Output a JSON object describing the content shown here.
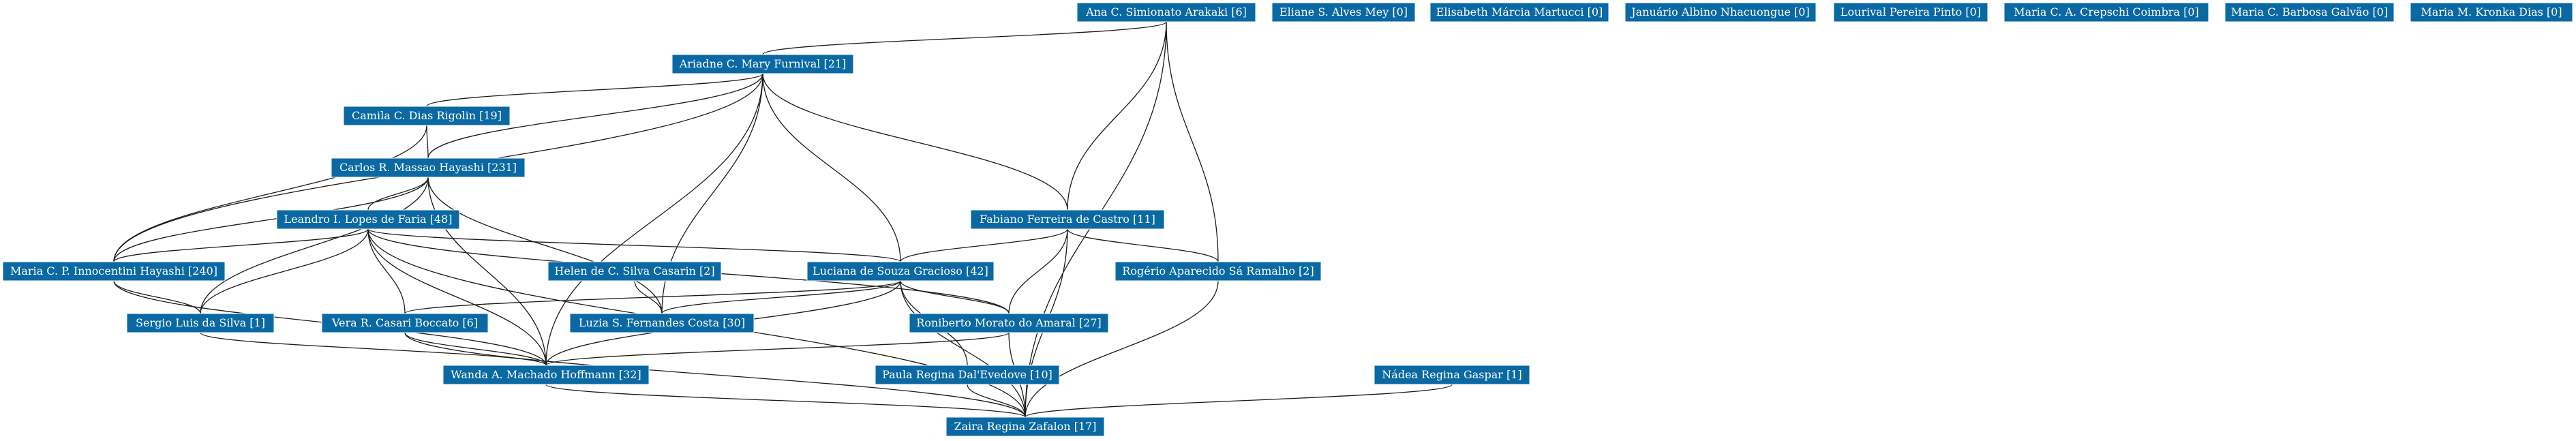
{
  "graph": {
    "nodes": [
      {
        "id": "ana",
        "label": "Ana C. Simionato Arakaki [6]"
      },
      {
        "id": "eliane",
        "label": "Eliane S. Alves Mey [0]"
      },
      {
        "id": "elisabeth",
        "label": "Elisabeth Márcia Martucci [0]"
      },
      {
        "id": "januario",
        "label": "Januário Albino Nhacuongue [0]"
      },
      {
        "id": "lourival",
        "label": "Lourival Pereira Pinto [0]"
      },
      {
        "id": "mariacrepschi",
        "label": "Maria C. A. Crepschi Coimbra [0]"
      },
      {
        "id": "mariagalvao",
        "label": "Maria C. Barbosa Galvão [0]"
      },
      {
        "id": "mariakronka",
        "label": "Maria M. Kronka Dias [0]"
      },
      {
        "id": "ariadne",
        "label": "Ariadne C. Mary Furnival [21]"
      },
      {
        "id": "camila",
        "label": "Camila C. Dias Rigolin [19]"
      },
      {
        "id": "carlos",
        "label": "Carlos R. Massao Hayashi [231]"
      },
      {
        "id": "leandro",
        "label": "Leandro I. Lopes de Faria [48]"
      },
      {
        "id": "fabiano",
        "label": "Fabiano Ferreira de Castro [11]"
      },
      {
        "id": "mariainnocentini",
        "label": "Maria C. P. Innocentini Hayashi [240]"
      },
      {
        "id": "helen",
        "label": "Helen de C. Silva Casarin [2]"
      },
      {
        "id": "luciana",
        "label": "Luciana de Souza Gracioso [42]"
      },
      {
        "id": "rogerio",
        "label": "Rogério Aparecido Sá Ramalho [2]"
      },
      {
        "id": "sergio",
        "label": "Sergio Luis da Silva [1]"
      },
      {
        "id": "vera",
        "label": "Vera R. Casari Boccato [6]"
      },
      {
        "id": "luzia",
        "label": "Luzia S. Fernandes Costa [30]"
      },
      {
        "id": "roniberto",
        "label": "Roniberto Morato do Amaral [27]"
      },
      {
        "id": "wanda",
        "label": "Wanda A. Machado Hoffmann [32]"
      },
      {
        "id": "paula",
        "label": "Paula Regina Dal'Evedove [10]"
      },
      {
        "id": "nadea",
        "label": "Nádea Regina Gaspar [1]"
      },
      {
        "id": "zaira",
        "label": "Zaira Regina Zafalon [17]"
      }
    ],
    "edges": [
      [
        "ana",
        "ariadne"
      ],
      [
        "ana",
        "fabiano"
      ],
      [
        "ana",
        "rogerio"
      ],
      [
        "ana",
        "zaira"
      ],
      [
        "ariadne",
        "camila"
      ],
      [
        "ariadne",
        "carlos"
      ],
      [
        "ariadne",
        "fabiano"
      ],
      [
        "ariadne",
        "mariainnocentini"
      ],
      [
        "ariadne",
        "luciana"
      ],
      [
        "ariadne",
        "luzia"
      ],
      [
        "ariadne",
        "wanda"
      ],
      [
        "camila",
        "carlos"
      ],
      [
        "camila",
        "mariainnocentini"
      ],
      [
        "carlos",
        "leandro"
      ],
      [
        "carlos",
        "mariainnocentini"
      ],
      [
        "carlos",
        "sergio"
      ],
      [
        "carlos",
        "luzia"
      ],
      [
        "carlos",
        "wanda"
      ],
      [
        "leandro",
        "mariainnocentini"
      ],
      [
        "leandro",
        "sergio"
      ],
      [
        "leandro",
        "vera"
      ],
      [
        "leandro",
        "wanda"
      ],
      [
        "leandro",
        "zaira"
      ],
      [
        "leandro",
        "luciana"
      ],
      [
        "leandro",
        "roniberto"
      ],
      [
        "fabiano",
        "luciana"
      ],
      [
        "fabiano",
        "rogerio"
      ],
      [
        "fabiano",
        "roniberto"
      ],
      [
        "fabiano",
        "zaira"
      ],
      [
        "mariainnocentini",
        "sergio"
      ],
      [
        "mariainnocentini",
        "wanda"
      ],
      [
        "helen",
        "luzia"
      ],
      [
        "luciana",
        "vera"
      ],
      [
        "luciana",
        "luzia"
      ],
      [
        "luciana",
        "roniberto"
      ],
      [
        "luciana",
        "wanda"
      ],
      [
        "luciana",
        "paula"
      ],
      [
        "luciana",
        "zaira"
      ],
      [
        "rogerio",
        "zaira"
      ],
      [
        "sergio",
        "wanda"
      ],
      [
        "vera",
        "wanda"
      ],
      [
        "vera",
        "zaira"
      ],
      [
        "roniberto",
        "wanda"
      ],
      [
        "roniberto",
        "zaira"
      ],
      [
        "wanda",
        "zaira"
      ],
      [
        "paula",
        "zaira"
      ],
      [
        "nadea",
        "zaira"
      ]
    ]
  }
}
